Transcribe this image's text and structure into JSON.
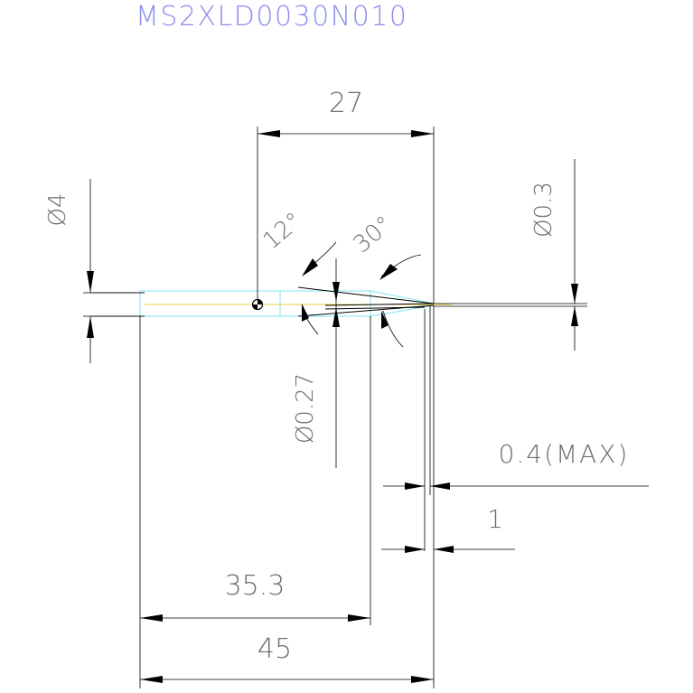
{
  "part_number": "MS2XLD0030N010",
  "dimensions": {
    "overall_to_shoulder": "27",
    "shank_diameter": "Ø4",
    "taper_angle_1": "12°",
    "taper_angle_2": "30°",
    "tip_diameter": "Ø0.3",
    "neck_diameter": "Ø0.27",
    "flute_length_max": "0.4(MAX)",
    "tip_length": "1",
    "length_1": "35.3",
    "overall_length": "45"
  },
  "colors": {
    "geometry": "#000000",
    "centerline": "#e8d040",
    "construction": "#7fe6f0",
    "dimension_text": "#6e6e6e",
    "title_text": "#8c8cf0"
  }
}
